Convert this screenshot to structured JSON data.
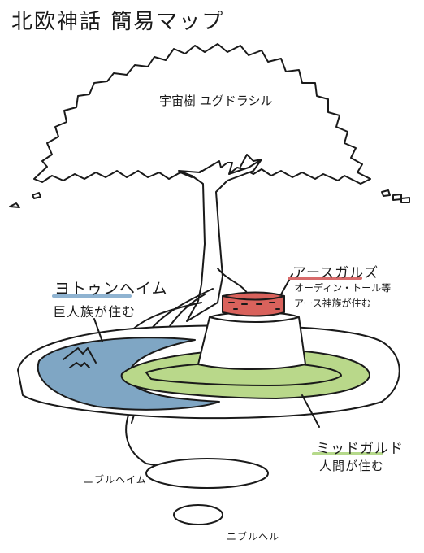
{
  "title": "北欧神話 簡易マップ",
  "tree": {
    "label": "宇宙樹 ユグドラシル"
  },
  "jotunheim": {
    "name": "ヨトゥンヘイム",
    "description": "巨人族が住む",
    "color": "#7fa6c4"
  },
  "asgard": {
    "name": "アースガルズ",
    "description_line1": "オーディン・トール等",
    "description_line2": "アース神族が住む",
    "color": "#d9625c"
  },
  "midgard": {
    "name": "ミッドガルド",
    "description": "人間が住む",
    "color": "#b9d88a"
  },
  "niflheim": {
    "label": "ニブルヘイム"
  },
  "niflhel": {
    "label": "ニブルヘル"
  },
  "colors": {
    "line": "#1a1a1a",
    "jotun_underline": "#8fb3d1",
    "asgard_underline": "#d86b6b",
    "midgard_underline": "#b5d98a",
    "ground": "#ffffff"
  }
}
